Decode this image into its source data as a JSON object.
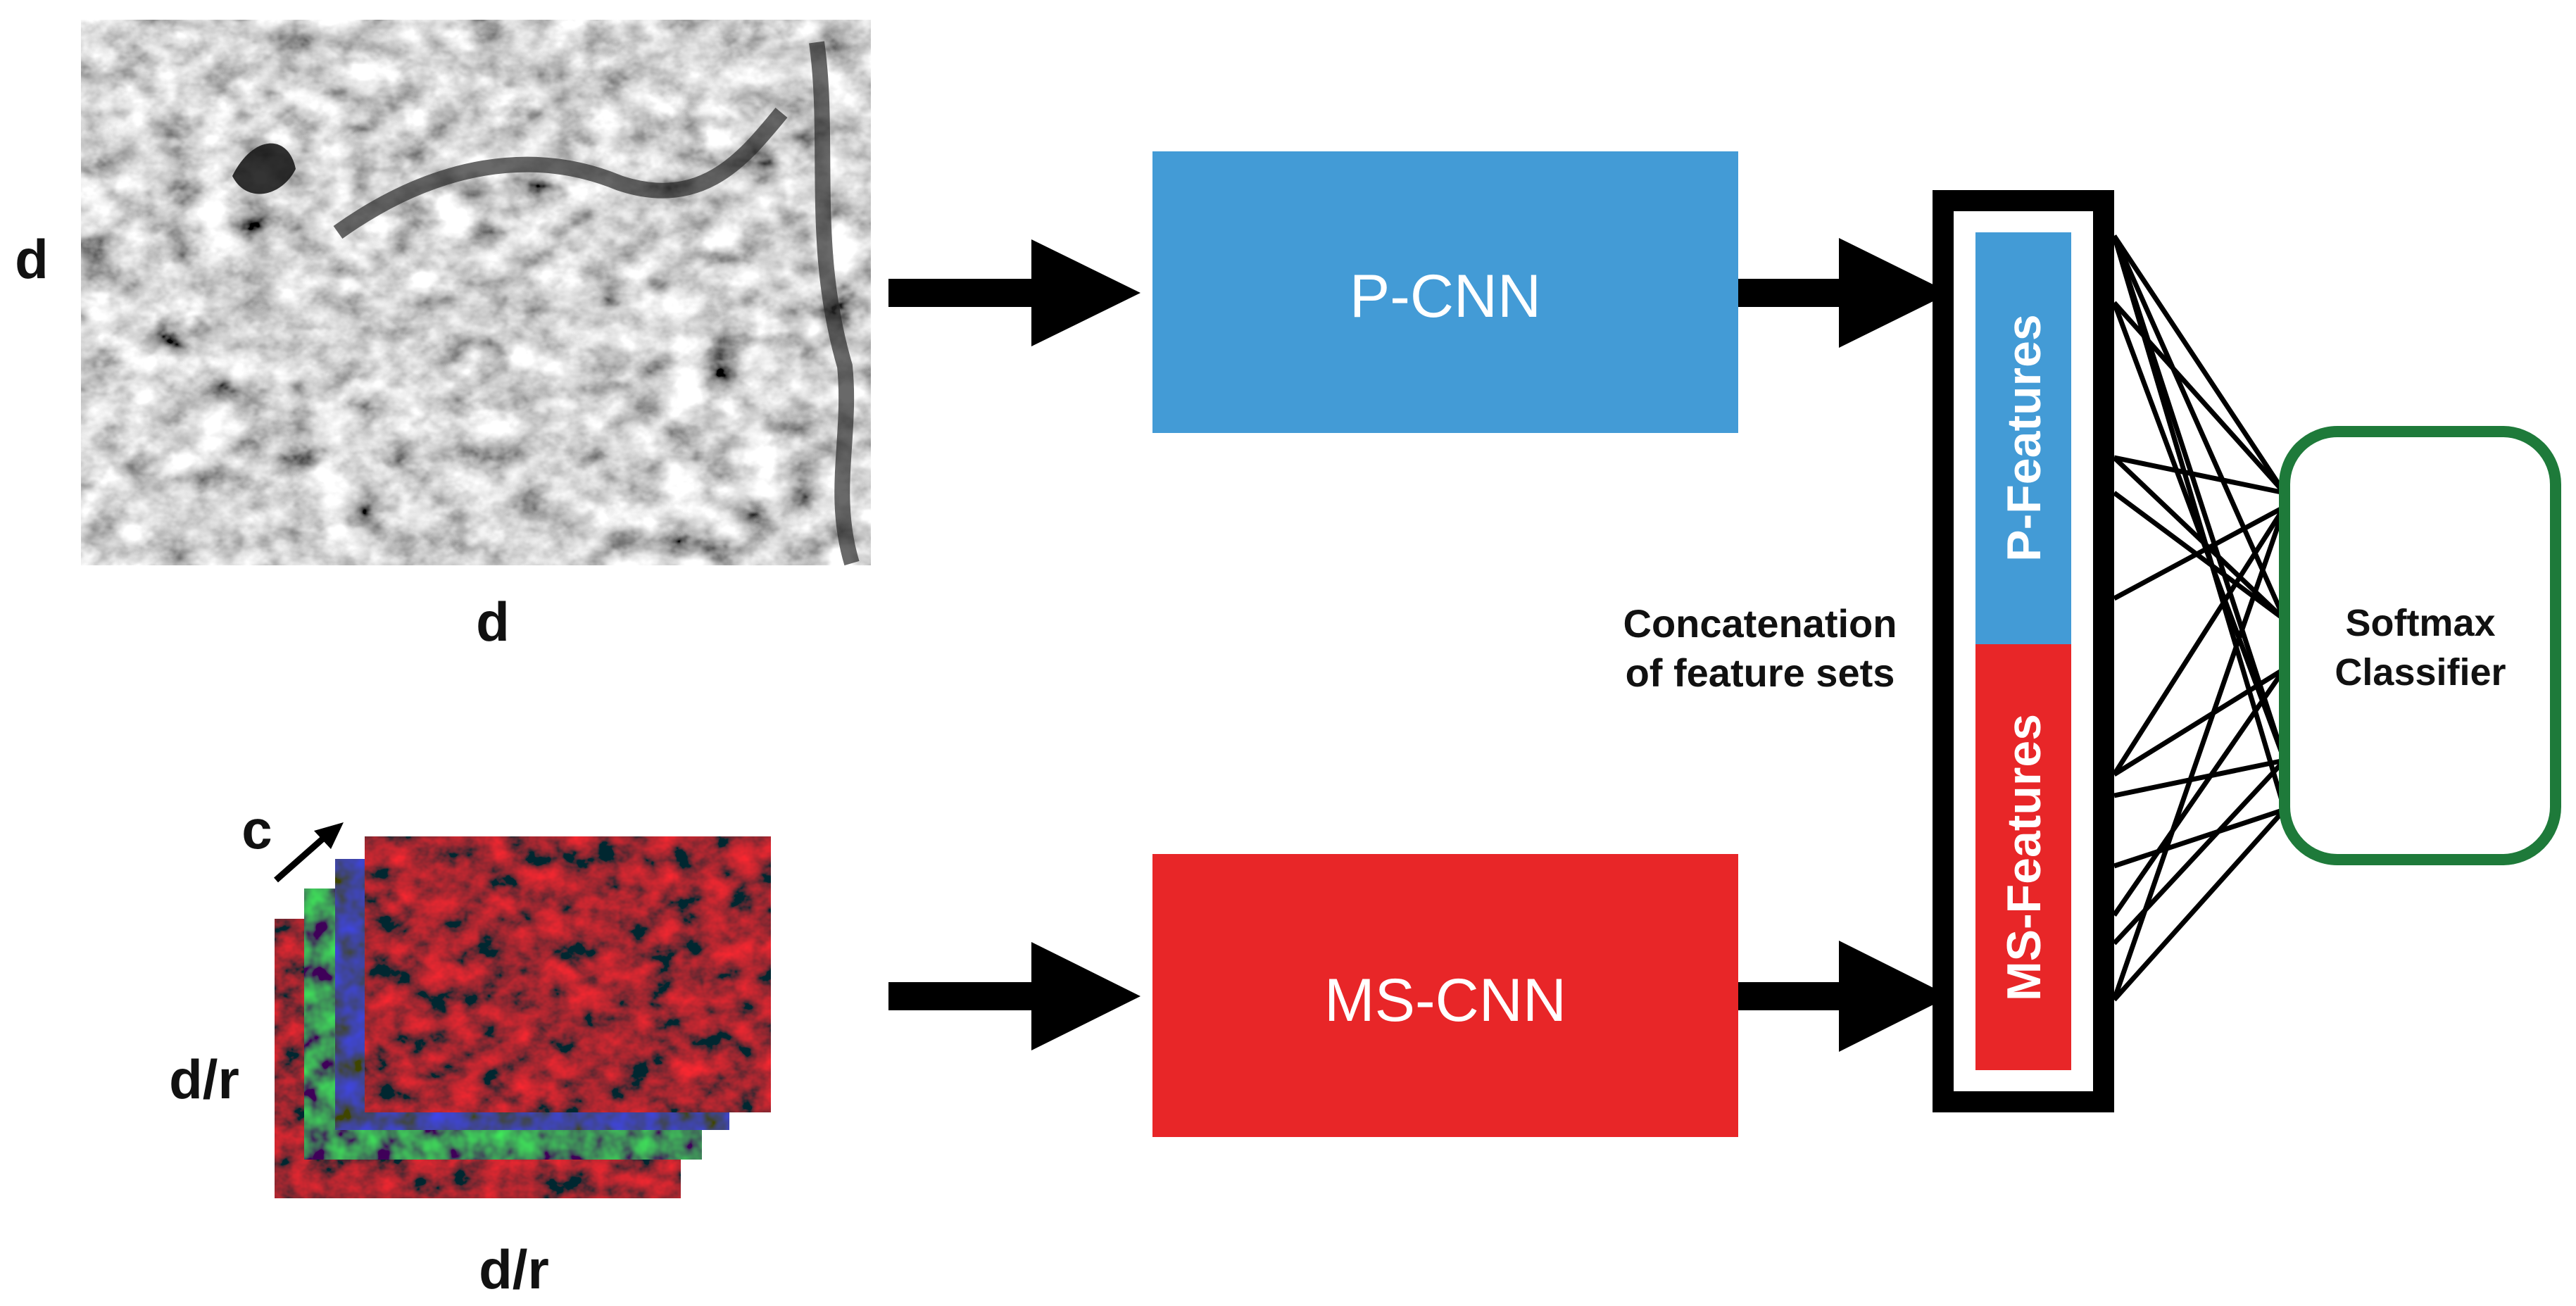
{
  "labels": {
    "pan_height": "d",
    "pan_width": "d",
    "ms_channels": "c",
    "ms_height": "d/r",
    "ms_width": "d/r",
    "p_cnn": "P-CNN",
    "ms_cnn": "MS-CNN",
    "concat_line1": "Concatenation",
    "concat_line2": "of feature sets",
    "p_features": "P-Features",
    "ms_features": "MS-Features",
    "softmax_line1": "Softmax",
    "softmax_line2": "Classifier"
  },
  "colors": {
    "p_cnn": "#439bd6",
    "ms_cnn": "#e82628",
    "p_features": "#439bd6",
    "ms_features": "#e82628",
    "classifier_border": "#1e7a3a",
    "arrow": "#000000",
    "band_red": "#b01616",
    "band_green": "#2f9e3f",
    "band_blue": "#1c2a8c"
  },
  "icons": {
    "pan_image": "grayscale-satellite-image",
    "ms_image": "multispectral-image-stack",
    "channel_arrow": "diagonal-arrow-icon"
  }
}
